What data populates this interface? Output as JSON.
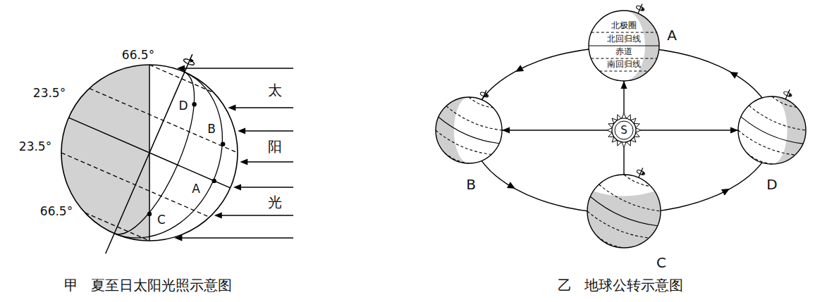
{
  "diagram": {
    "nodes": [
      {
        "text": [
          "A",
          "北极圈",
          "北回归线",
          "赤道",
          "南回归线"
        ]
      },
      {
        "text": [
          "B"
        ]
      },
      {
        "text": [
          "S"
        ]
      },
      {
        "text": [
          "D"
        ]
      },
      {
        "text": [
          "C"
        ]
      }
    ],
    "edges": [
      {
        "from": 2,
        "to": 0,
        "arrow": "to"
      },
      {
        "from": 2,
        "to": 1,
        "arrow": "to"
      },
      {
        "from": 2,
        "to": 3,
        "arrow": "to"
      },
      {
        "from": 2,
        "to": 4,
        "arrow": "none"
      }
    ],
    "labels": [
      "66.5°",
      "23.5°",
      "23.5°",
      "66.5°",
      "D",
      "B",
      "A",
      "C",
      "太",
      "阳",
      "光",
      "甲 夏至日太阳光照示意图",
      "乙 地球公转示意图"
    ]
  }
}
